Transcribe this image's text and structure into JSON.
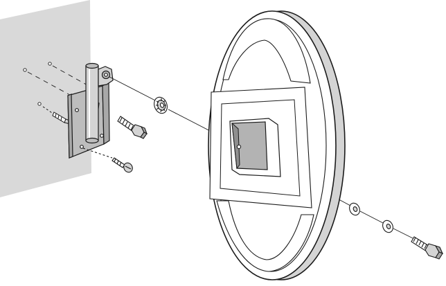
{
  "diagram": {
    "type": "exploded-assembly-illustration",
    "colors": {
      "background": "#ffffff",
      "wall_panel": "#d9d9d9",
      "line": "#1a1a1a",
      "metal_light": "#d4d4d4",
      "metal_mid": "#bdbdbd",
      "metal_dark": "#a8a8a8",
      "mirror_white": "#ffffff",
      "socket_gray": "#b3b3b3"
    },
    "parts": [
      {
        "name": "wall",
        "icon": "wall-panel-icon"
      },
      {
        "name": "mounting-bracket",
        "icon": "bracket-icon"
      },
      {
        "name": "wall-screw",
        "icon": "screw-icon",
        "count": 2
      },
      {
        "name": "wall-anchor",
        "icon": "anchor-icon"
      },
      {
        "name": "hex-bolt",
        "icon": "bolt-icon",
        "count": 2
      },
      {
        "name": "lock-washer",
        "icon": "lock-washer-icon"
      },
      {
        "name": "flat-washer",
        "icon": "washer-icon",
        "count": 2
      },
      {
        "name": "convex-mirror",
        "icon": "mirror-icon"
      }
    ]
  }
}
